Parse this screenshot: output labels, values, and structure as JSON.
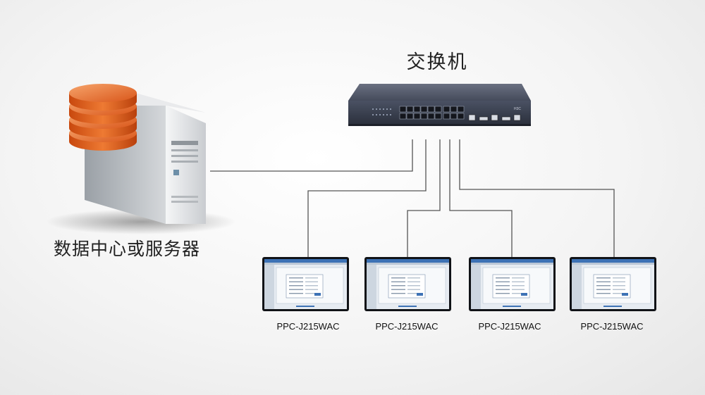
{
  "switch": {
    "title": "交换机",
    "brand": "H3C"
  },
  "server": {
    "label": "数据中心或服务器"
  },
  "panels": [
    {
      "label": "PPC-J215WAC"
    },
    {
      "label": "PPC-J215WAC"
    },
    {
      "label": "PPC-J215WAC"
    },
    {
      "label": "PPC-J215WAC"
    }
  ],
  "colors": {
    "line": "#555555",
    "disk": "#e2641f",
    "switch_body": "#3b4152"
  }
}
